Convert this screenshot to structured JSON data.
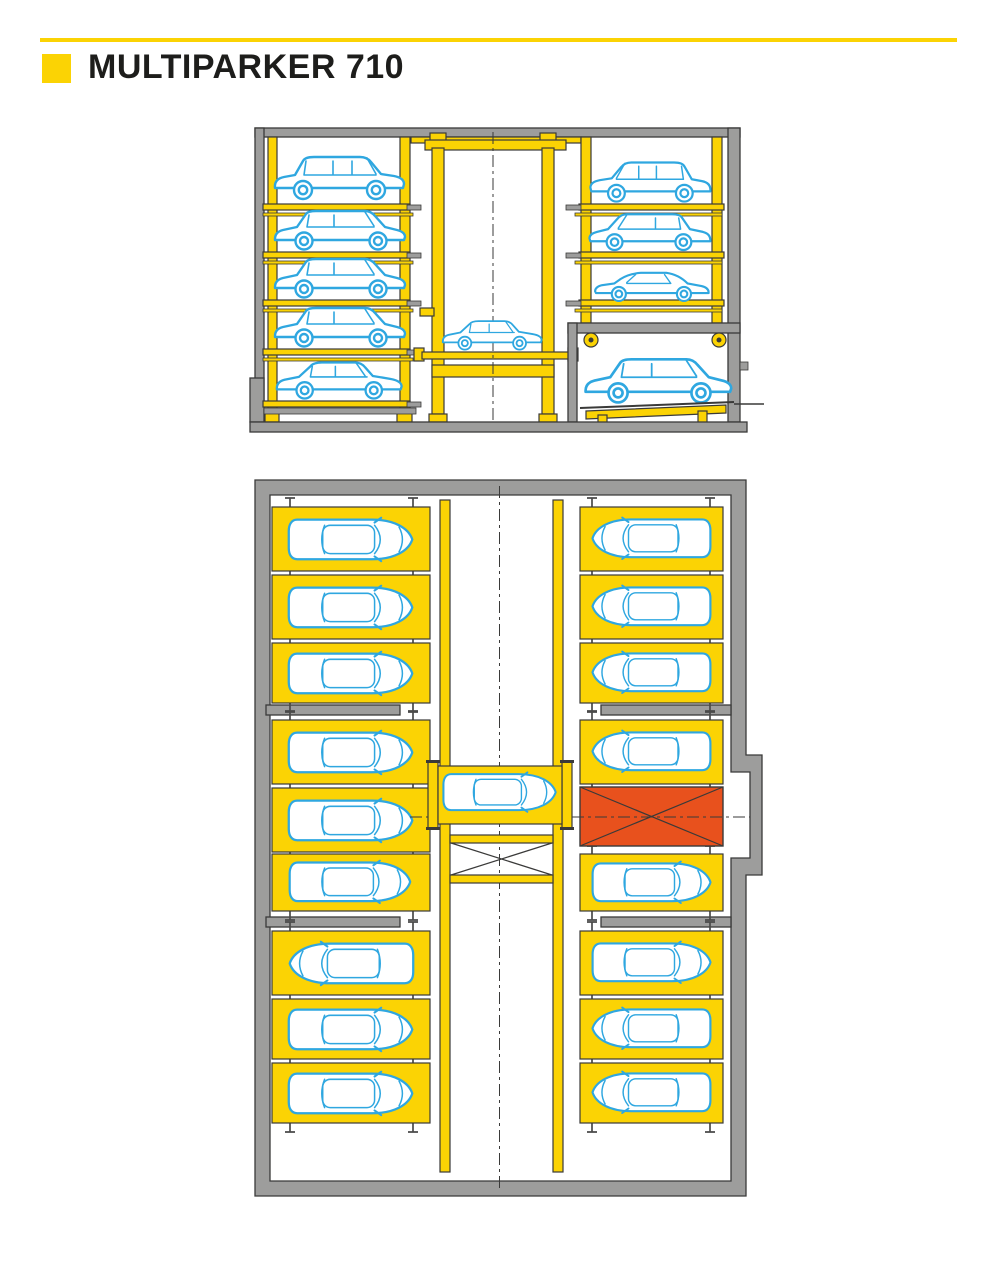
{
  "page": {
    "title": "MULTIPARKER 710"
  },
  "theme": {
    "accent_yellow": "#FBD304",
    "car_blue": "#2FA7E0",
    "wall_gray": "#9D9D9C",
    "outline_dark": "#3A3A39",
    "transfer_orange": "#E8511D",
    "bracket_gray": "#4A4A49",
    "text_dark": "#1D1D1B",
    "background": "#FFFFFF"
  },
  "elevation_view": {
    "left_rack_levels": 5,
    "right_rack_levels": 3,
    "cars_on_lift": 1,
    "cars_in_entry_cabin": 1,
    "total_cars": 10
  },
  "plan_view": {
    "left_column_stalls": 9,
    "right_column_stalls": 8,
    "transfer_bays": 1,
    "cars_on_lift": 1,
    "total_cars": 18
  }
}
